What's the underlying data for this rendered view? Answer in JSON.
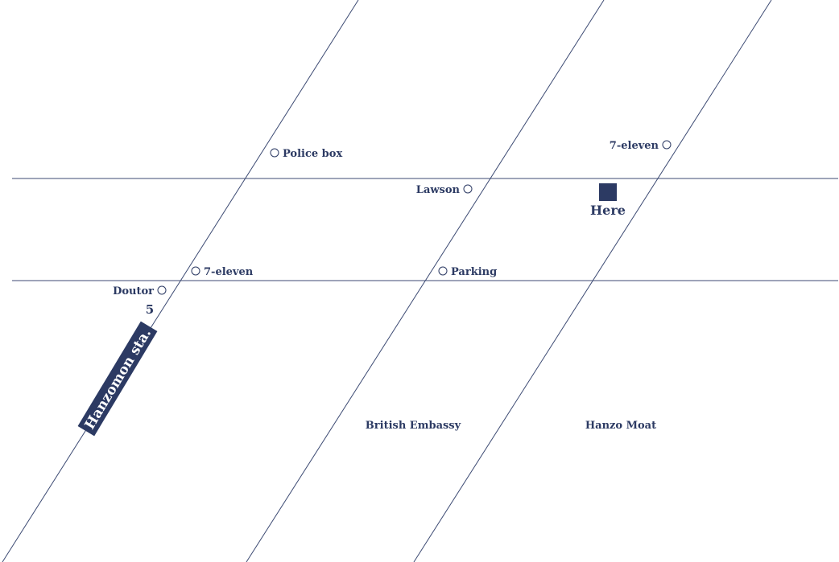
{
  "colors": {
    "ink": "#2c3a63",
    "road": "#3c4a73",
    "background": "#ffffff"
  },
  "map": {
    "here_label": "Here",
    "station": {
      "name": "Hanzomon sta.",
      "exit_number": "5"
    },
    "pois": {
      "police_box": "Police box",
      "seven_eleven_top": "7-eleven",
      "lawson": "Lawson",
      "seven_eleven_mid": "7-eleven",
      "parking": "Parking",
      "doutor": "Doutor"
    },
    "areas": {
      "british_embassy": "British Embassy",
      "hanzo_moat": "Hanzo Moat"
    },
    "icons": {
      "poi": "circle-outline-icon",
      "here": "square-marker-icon"
    }
  }
}
